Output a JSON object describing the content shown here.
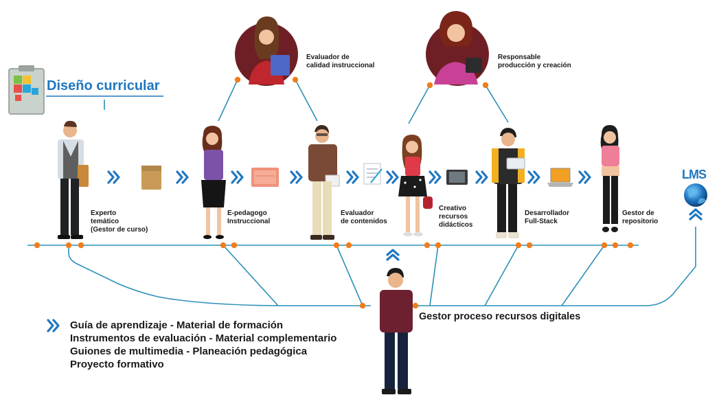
{
  "title": "Diseño curricular",
  "roles": {
    "experto": "Experto\ntemático\n(Gestor de curso)",
    "epedagogo": "E-pedagogo\nInstruccional",
    "evaluador_contenidos": "Evaluador\nde contenidos",
    "creativo": "Creativo\nrecursos\ndidácticos",
    "desarrollador": "Desarrollador\nFull-Stack",
    "gestor_repositorio": "Gestor de\nrepositorio",
    "evaluador_calidad": "Evaluador de\ncalidad instruccional",
    "responsable": "Responsable\nproducción y creación",
    "gestor_proceso": "Gestor proceso recursos digitales"
  },
  "lms": "LMS",
  "deliverables": [
    "Guía de aprendizaje - Material de formación",
    "Instrumentos de evaluación - Material complementario",
    "Guiones de multimedia - Planeación pedagógica",
    "Proyecto formativo"
  ],
  "colors": {
    "accent_blue": "#1f77c0",
    "line_blue": "#2a8fb8",
    "dot_orange": "#f07d1c",
    "text": "#1a1a1a"
  }
}
